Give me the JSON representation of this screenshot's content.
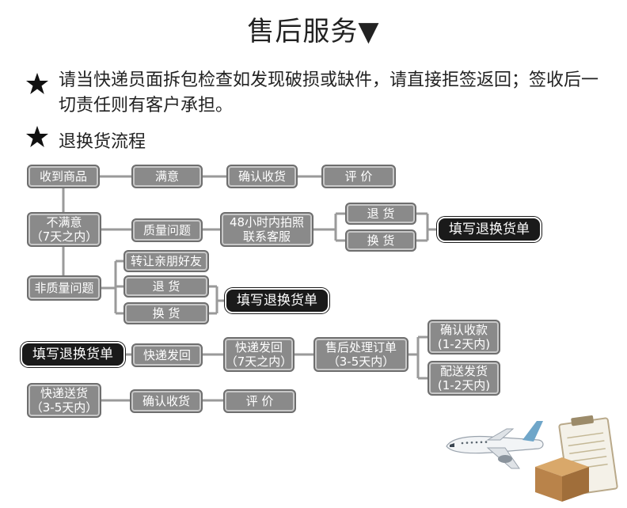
{
  "title": "售后服务▼",
  "notice": {
    "icon": "star-icon",
    "text": "请当快递员面拆包检查如发现破损或缺件，请直接拒签返回；签收后一切责任则有客户承担。"
  },
  "section": {
    "icon": "star-icon",
    "title": "退换货流程"
  },
  "flow": {
    "received": "收到商品",
    "satisfied": "满意",
    "confirm_receipt_1": "确认收货",
    "review_1": "评  价",
    "unsatisfied": "不满意\n（7天之内）",
    "quality_issue": "质量问题",
    "photo_48h": "48小时内拍照\n联系客服",
    "return_1": "退  货",
    "exchange_1": "换  货",
    "fill_form_1": "填写退换货单",
    "non_quality": "非质量问题",
    "transfer_friend": "转让亲朋好友",
    "return_2": "退  货",
    "exchange_2": "换  货",
    "fill_form_2": "填写退换货单",
    "fill_form_3": "填写退换货单",
    "courier_send": "快递发回",
    "courier_send_7": "快递发回\n（7天之内）",
    "after_sale": "售后处理订单\n（3-5天内）",
    "confirm_payment": "确认收款\n(1-2天内)",
    "ship_delivery": "配送发货\n(1-2天内)",
    "courier_deliver": "快递送货\n（3-5天内）",
    "confirm_receipt_2": "确认收货",
    "review_2": "评  价"
  },
  "illustration": {
    "airplane": "airplane-icon",
    "parcel": "parcel-box-icon",
    "clipboard": "clipboard-icon"
  },
  "colors": {
    "box": "#8a8a8a",
    "box_dark": "#1a1a1a",
    "line": "#9a9a9a"
  }
}
